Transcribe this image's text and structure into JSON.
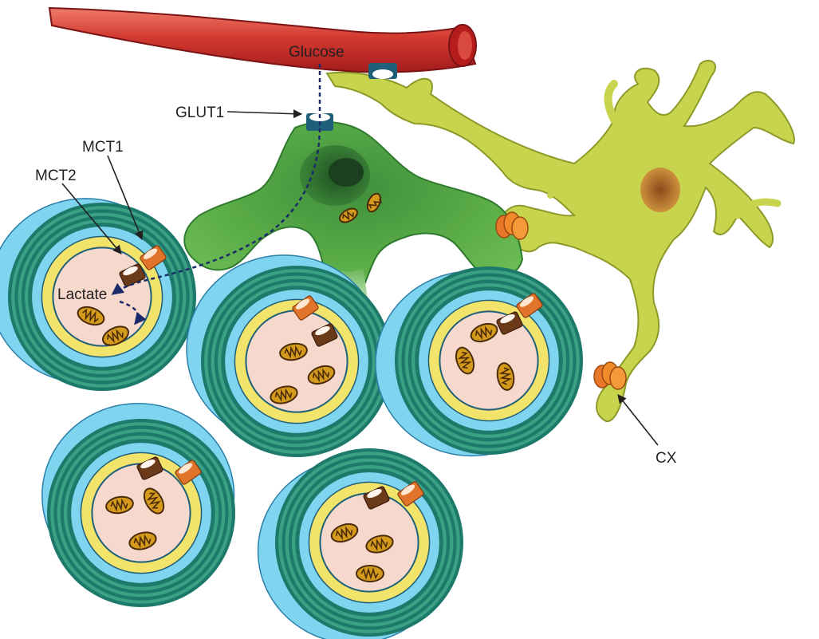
{
  "labels": {
    "glucose": "Glucose",
    "glut1": "GLUT1",
    "mct1": "MCT1",
    "mct2": "MCT2",
    "lactate": "Lactate",
    "cx": "CX"
  },
  "colors": {
    "blood_vessel": "#c62828",
    "blood_vessel_highlight": "#ef6a5a",
    "oligodendrocyte": "#5cae48",
    "oligodendrocyte_nucleus": "#2b6a2e",
    "astrocyte": "#c9d44e",
    "astrocyte_nucleus": "#c07a2c",
    "myelin_dark": "#1d7a6b",
    "myelin_light": "#7fd4f0",
    "inner_tongue": "#f2e36b",
    "axon": "#f6d9cc",
    "mitochondrion": "#d49a1c",
    "mct1_transporter": "#e0742a",
    "mct2_transporter": "#6b3a1a",
    "glut1_transporter": "#1f5f7a",
    "connexin": "#f08a2a",
    "pathway_arrow": "#1b2a6b"
  },
  "icons": [
    "blood-vessel",
    "oligodendrocyte",
    "astrocyte",
    "myelinated-axon",
    "mitochondrion",
    "glut1-transporter",
    "mct1-transporter",
    "mct2-transporter",
    "connexin-channel"
  ]
}
